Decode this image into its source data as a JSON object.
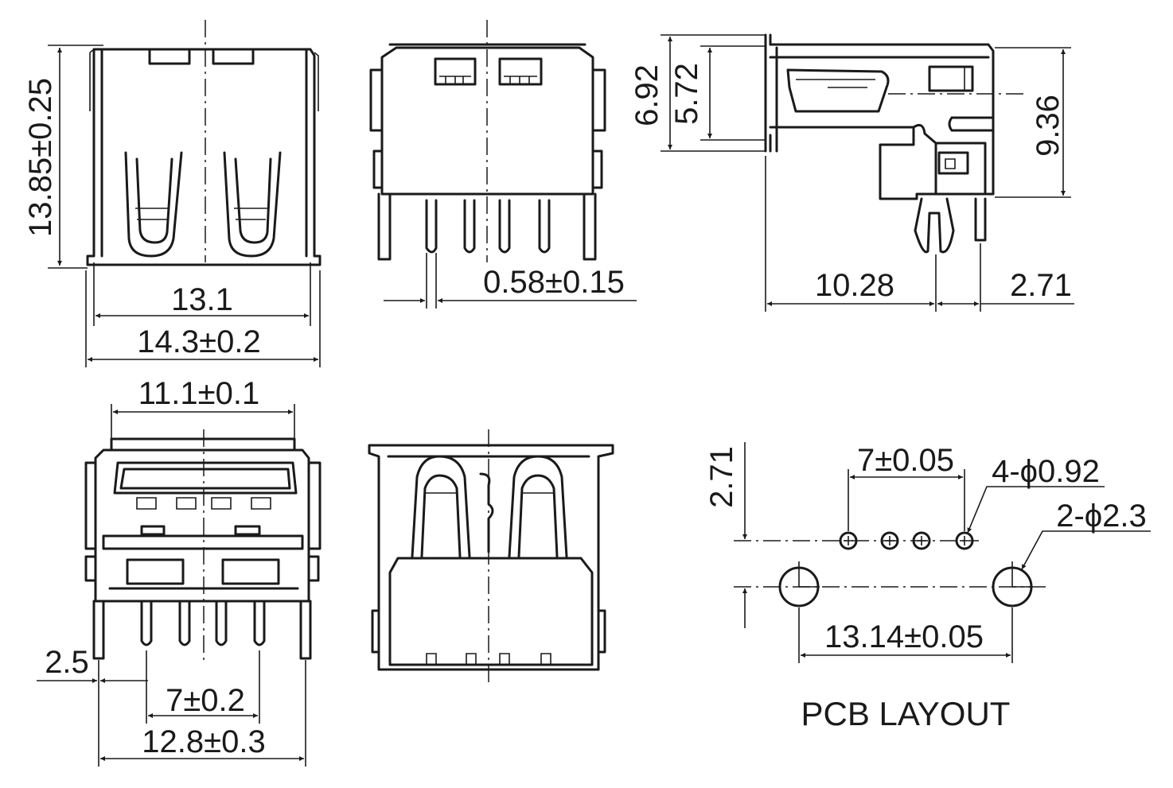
{
  "drawing": {
    "views": {
      "front": {
        "height_dim": "13.85±0.25",
        "width_inner_dim": "13.1",
        "width_outer_dim": "14.3±0.2"
      },
      "bottom": {
        "pin_width_dim": "0.58±0.15"
      },
      "side": {
        "dim_a": "6.92",
        "dim_b": "5.72",
        "dim_c": "9.36",
        "length_dim": "10.28",
        "pin_offset_dim": "2.71"
      },
      "rear": {
        "top_width_dim": "11.1±0.1",
        "offset_dim": "2.5",
        "pin_pitch_dim": "7±0.2",
        "leg_span_dim": "12.8±0.3"
      },
      "pcb": {
        "title": "PCB LAYOUT",
        "row_offset_dim": "2.71",
        "pin_pitch_dim": "7±0.05",
        "small_holes": "4-ϕ0.92",
        "large_holes": "2-ϕ2.3",
        "mount_span_dim": "13.14±0.05"
      }
    }
  }
}
